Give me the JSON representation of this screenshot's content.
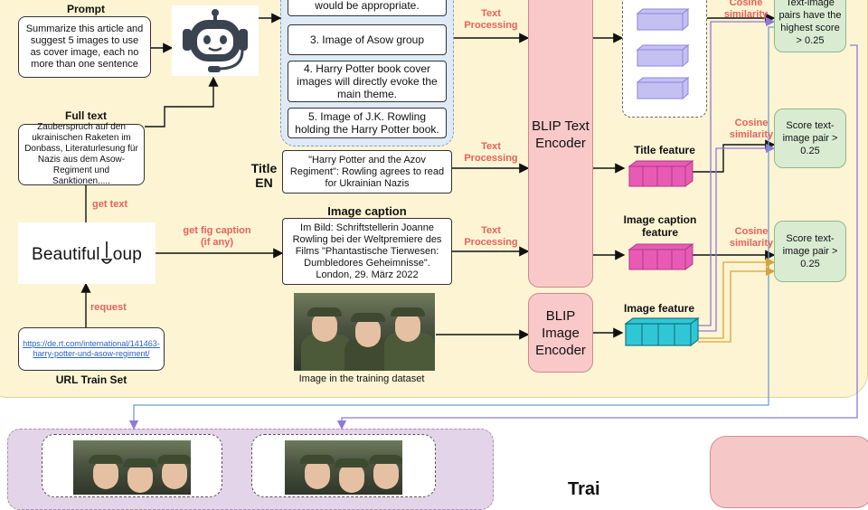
{
  "prompt": {
    "header": "Prompt",
    "text": "Summarize this article and suggest 5 images to use as cover image, each no more than one sentence"
  },
  "full_text": {
    "header": "Full text",
    "text": "Zauberspruch auf den ukrainischen Raketen im Donbass, Literaturlesung für Nazis aus dem Asow-Regiment und Sanktionen....."
  },
  "beautifulsoup_label": "Beautiful",
  "beautifulsoup_label_end": "oup",
  "url": {
    "link": "https://de.rt.com/international/141463-harry-potter-und-asow-regiment/",
    "label": "URL Train Set"
  },
  "arrow_labels": {
    "get_text": "get text",
    "request": "request",
    "get_fig_caption": "get fig caption\n(if any)",
    "text_processing": "Text\nProcessing"
  },
  "suggestions": [
    "would be appropriate.",
    "3. Image of Asow group",
    "4. Harry Potter book cover images will directly evoke the main theme.",
    "5.  Image of J.K. Rowling holding the Harry Potter book."
  ],
  "title_en": {
    "label": "Title\nEN",
    "text": "\"Harry Potter and the Azov Regiment\": Rowling agrees to read for Ukrainian Nazis"
  },
  "image_caption": {
    "header": "Image caption",
    "text": "Im Bild: Schriftstellerin Joanne Rowling bei der Weltpremiere des Films \"Phantastische Tierwesen: Dumbledores Geheimnisse\". London, 29. März 2022"
  },
  "training_image_label": "Image in the training dataset",
  "encoders": {
    "text": "BLIP Text\nEncoder",
    "image": "BLIP\nImage\nEncoder"
  },
  "features": {
    "title": "Title feature",
    "caption": "Image caption\nfeature",
    "image": "Image feature"
  },
  "cosine_label": "Cosine\nsimilarity",
  "results": {
    "top": "Text-image pairs have the highest score > 0.25",
    "mid": "Score text-image pair > 0.25",
    "bottom": "Score text-image pair > 0.25"
  },
  "bottom_text": "Trai",
  "colors": {
    "text_feature": "#e85bb4",
    "image_feature": "#2fc7d6",
    "sug_feature": "#c5c0f2",
    "arrow_purple": "#8f7ad8",
    "arrow_gold": "#d9a336"
  }
}
